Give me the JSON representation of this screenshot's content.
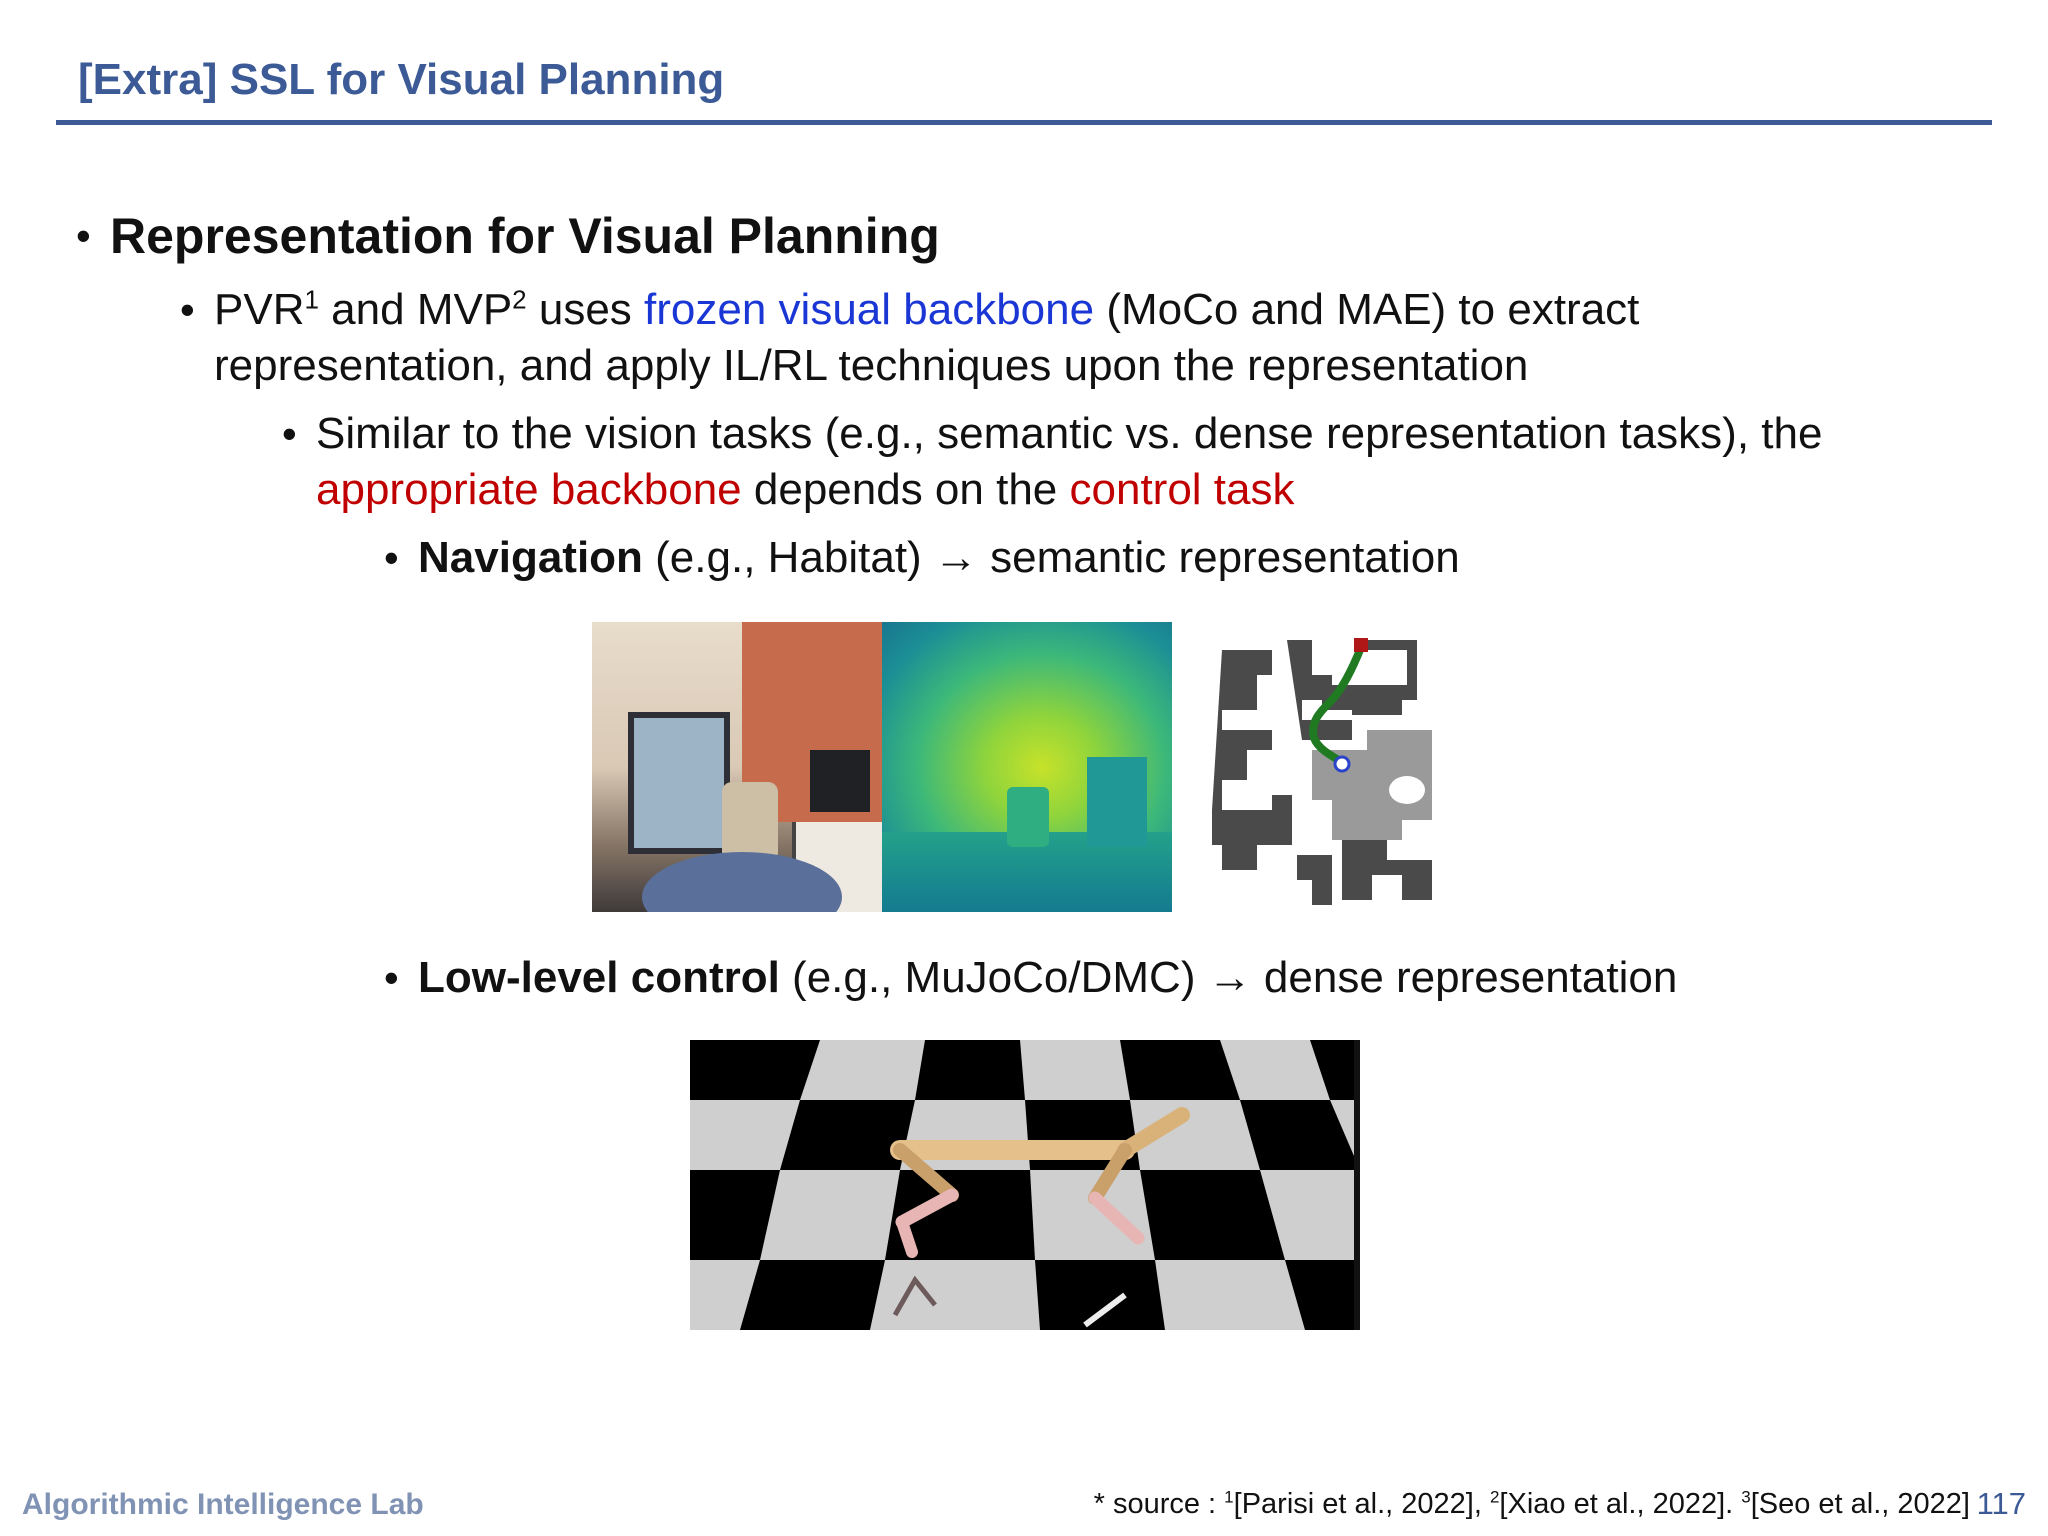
{
  "header": {
    "title": "[Extra] SSL for Visual Planning"
  },
  "bullets": {
    "level1": {
      "text": "Representation for Visual Planning"
    },
    "level2": {
      "t1": "PVR",
      "sup1": "1",
      "t2": " and MVP",
      "sup2": "2",
      "t3": " uses ",
      "highlight": "frozen visual backbone",
      "t4": " (MoCo and MAE) to extract representation, and apply IL/RL techniques upon the representation"
    },
    "level3": {
      "t1": "Similar to the vision tasks (e.g., semantic vs. dense representation tasks), the ",
      "highlight1": "appropriate backbone",
      "t2": " depends on the ",
      "highlight2": "control task"
    },
    "navigation": {
      "bold": "Navigation",
      "rest": " (e.g., Habitat) → semantic representation"
    },
    "lowlevel": {
      "bold": "Low-level control",
      "rest": " (e.g., MuJoCo/DMC) → dense representation"
    }
  },
  "colors": {
    "title": "#3c5a96",
    "highlight_blue": "#1a37d6",
    "highlight_red": "#c00000"
  },
  "footer": {
    "lab": "Algorithmic Intelligence Lab",
    "source_prefix": "* source : ",
    "sup1": "1",
    "ref1": "[Parisi et al., 2022], ",
    "sup2": "2",
    "ref2": "[Xiao et al., 2022]. ",
    "sup3": "3",
    "ref3": "[Seo et al., 2022]",
    "page": "117"
  }
}
